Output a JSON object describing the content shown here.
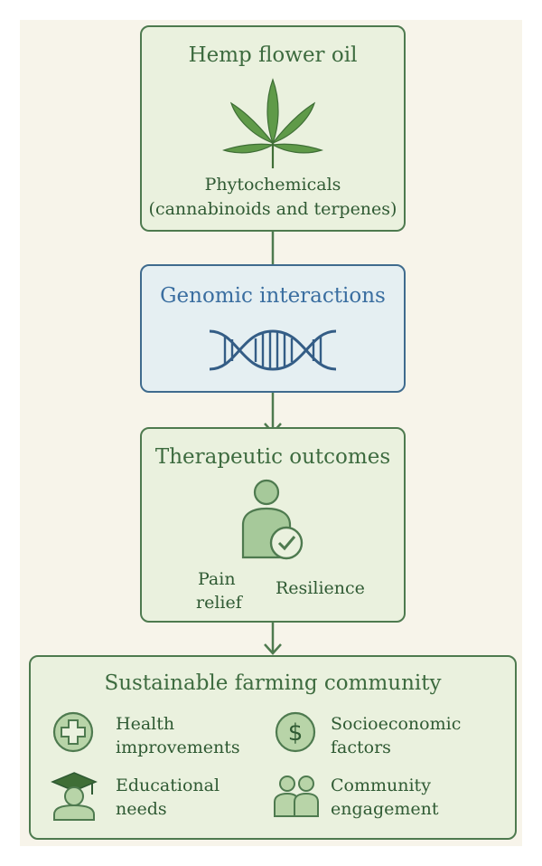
{
  "boxes": {
    "hemp": {
      "title": "Hemp flower oil",
      "subtitle_line1": "Phytochemicals",
      "subtitle_line2": "(cannabinoids and terpenes)",
      "icon": "hemp-leaf-icon"
    },
    "genomic": {
      "title": "Genomic interactions",
      "icon": "dna-icon"
    },
    "therapeutic": {
      "title": "Therapeutic outcomes",
      "icon": "person-check-icon",
      "item1_line1": "Pain",
      "item1_line2": "relief",
      "item2": "Resilience"
    },
    "community": {
      "title": "Sustainable farming community",
      "items": [
        {
          "line1": "Health",
          "line2": "improvements",
          "icon": "health-cross-icon"
        },
        {
          "line1": "Socioeconomic",
          "line2": "factors",
          "icon": "dollar-coin-icon"
        },
        {
          "line1": "Educational",
          "line2": "needs",
          "icon": "graduate-icon"
        },
        {
          "line1": "Community",
          "line2": "engagement",
          "icon": "people-icon"
        }
      ]
    }
  },
  "colors": {
    "green_border": "#4e7a4f",
    "green_fill": "#eaf1de",
    "blue_border": "#3f6b8e",
    "blue_fill": "#e5eff2",
    "background": "#f7f4ea"
  }
}
